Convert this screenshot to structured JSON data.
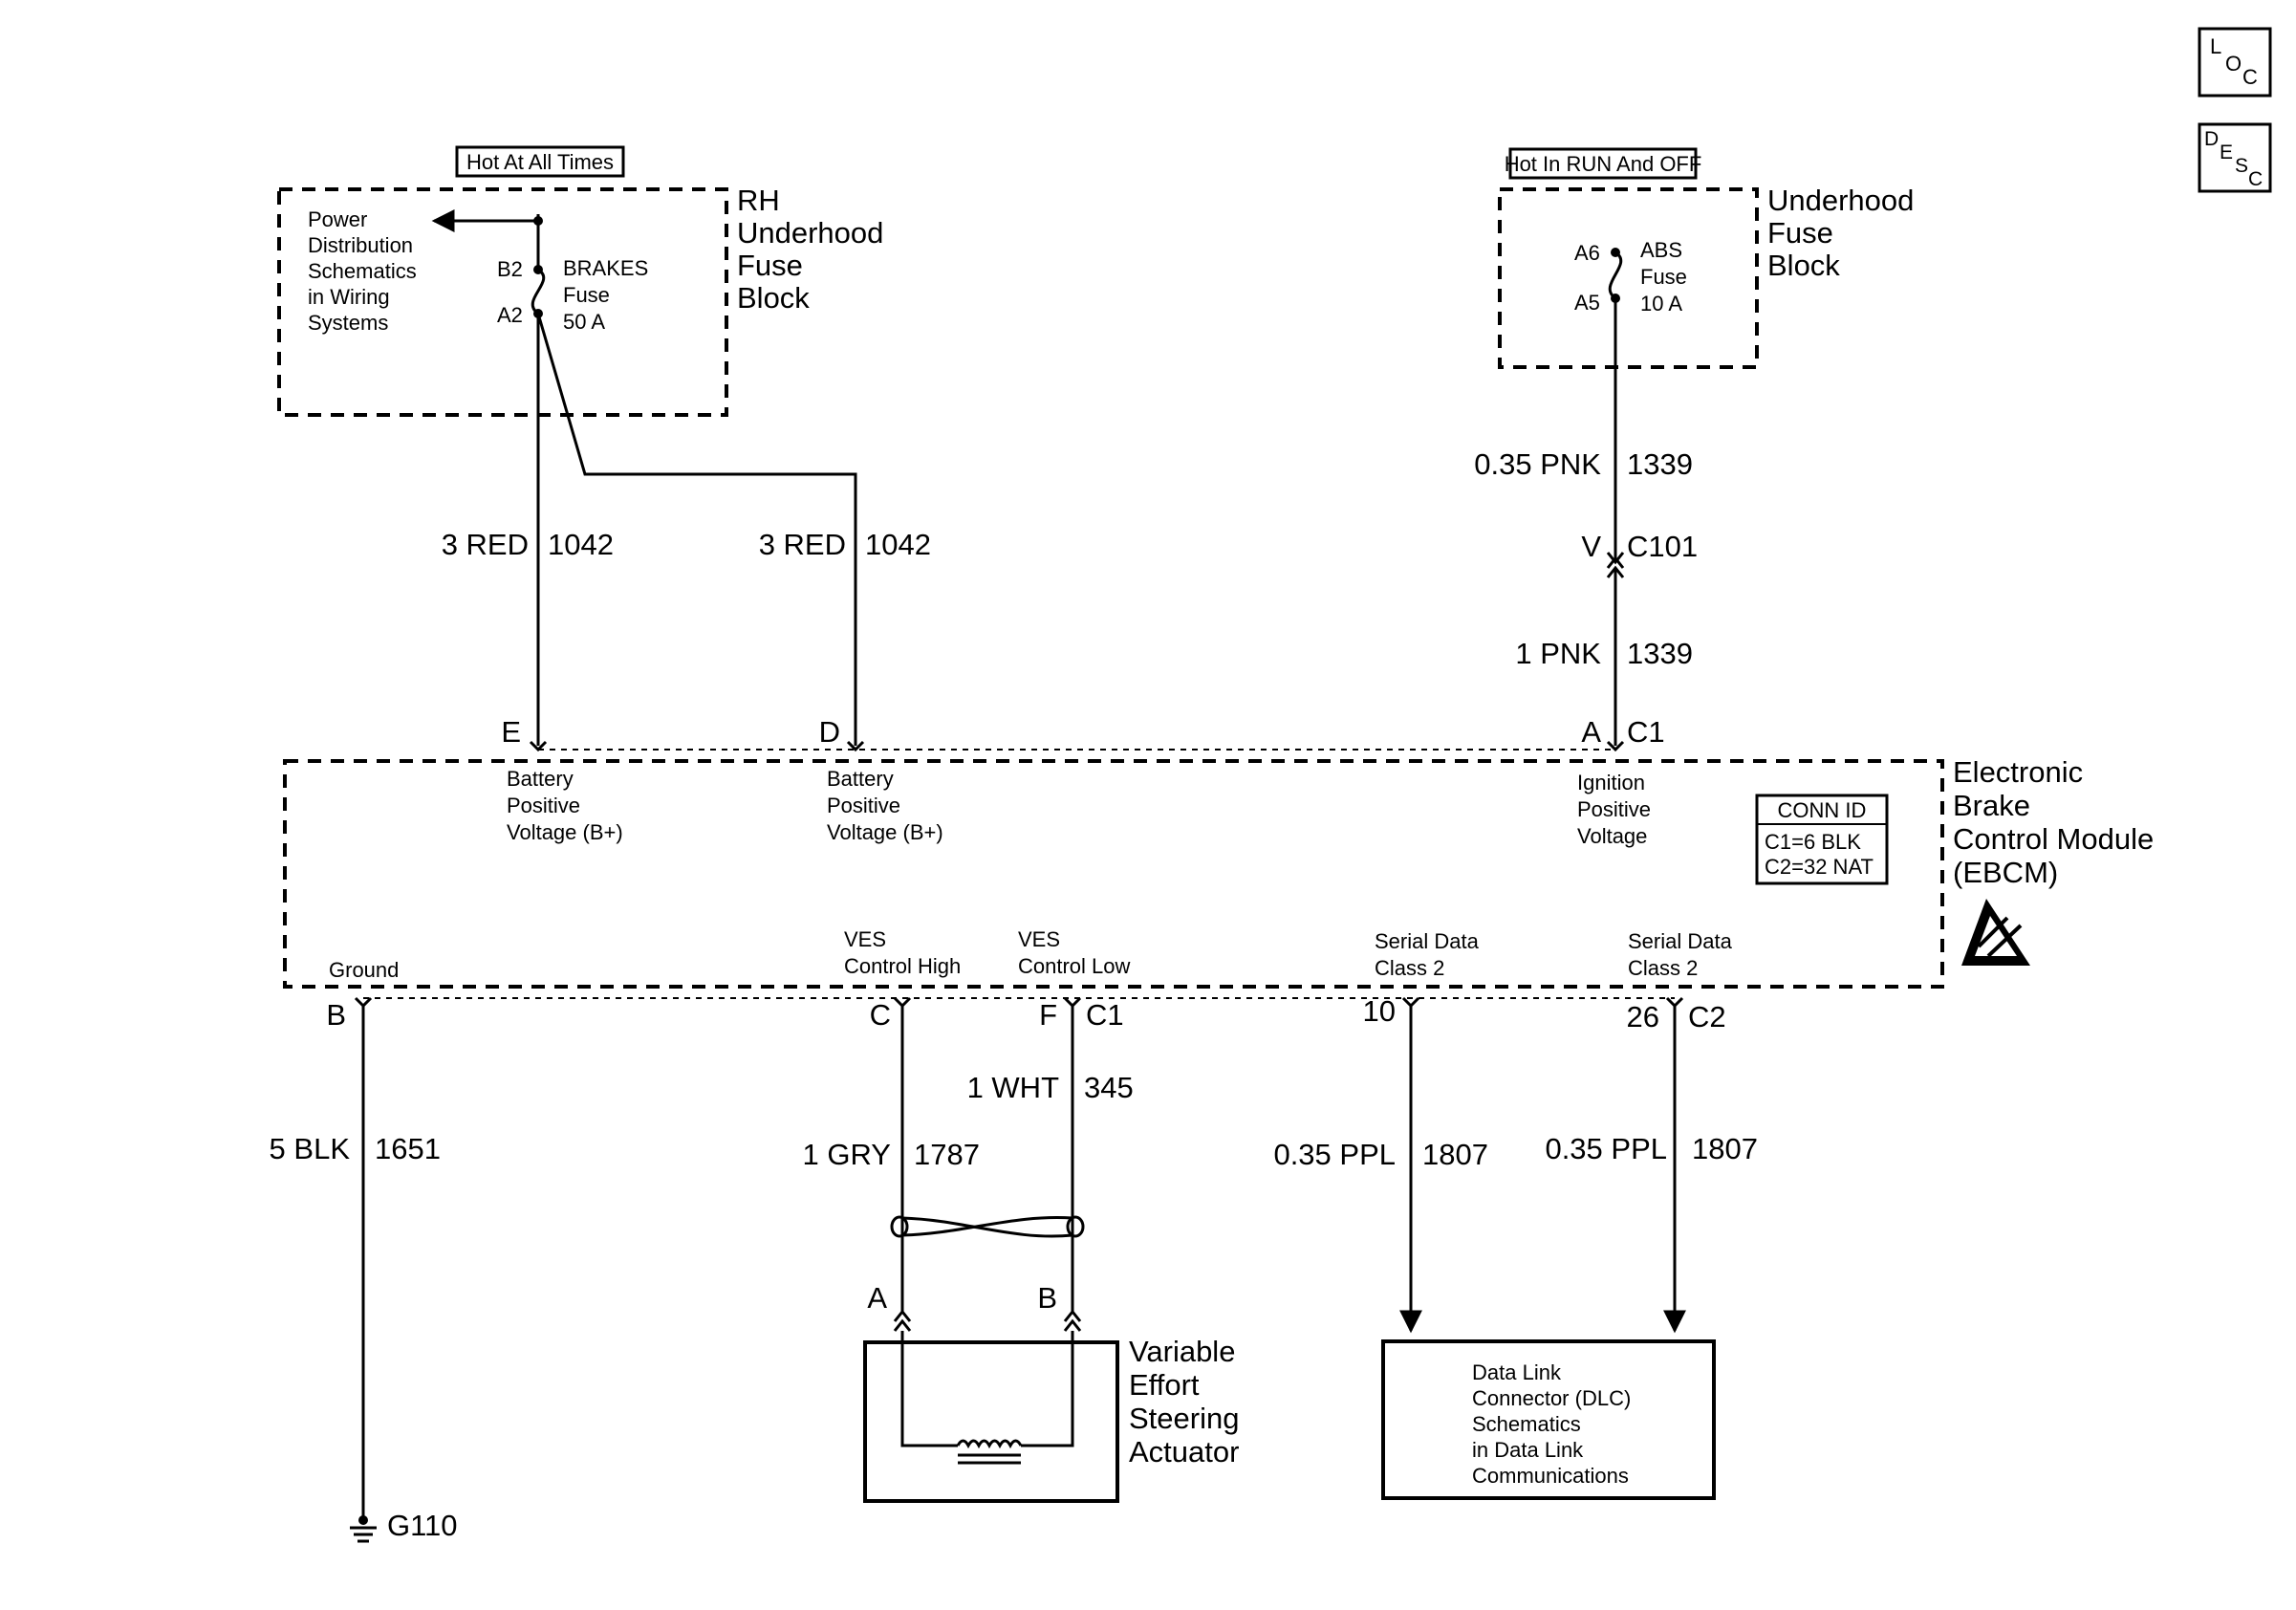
{
  "nav": {
    "loc": {
      "a": "L",
      "b": "O",
      "c": "C"
    },
    "desc": {
      "a": "D",
      "b": "E",
      "c": "S",
      "d": "C"
    }
  },
  "fuse_rh": {
    "tag": "Hot At All Times",
    "title": [
      "RH",
      "Underhood",
      "Fuse",
      "Block"
    ],
    "power_dist": [
      "Power",
      "Distribution",
      "Schematics",
      "in Wiring",
      "Systems"
    ],
    "pin_in": "B2",
    "pin_out": "A2",
    "fuse": [
      "BRAKES",
      "Fuse",
      "50 A"
    ]
  },
  "fuse_uh": {
    "tag": "Hot In RUN And OFF",
    "title": [
      "Underhood",
      "Fuse",
      "Block"
    ],
    "pin_in": "A6",
    "pin_out": "A5",
    "fuse": [
      "ABS",
      "Fuse",
      "10 A"
    ]
  },
  "wires": {
    "w1042a": {
      "gauge": "3 RED",
      "circuit": "1042"
    },
    "w1042b": {
      "gauge": "3 RED",
      "circuit": "1042"
    },
    "w1339a": {
      "gauge": "0.35 PNK",
      "circuit": "1339"
    },
    "w1339b": {
      "gauge": "1 PNK",
      "circuit": "1339"
    },
    "w1651": {
      "gauge": "5 BLK",
      "circuit": "1651"
    },
    "w1787": {
      "gauge": "1 GRY",
      "circuit": "1787"
    },
    "w345": {
      "gauge": "1 WHT",
      "circuit": "345"
    },
    "w1807a": {
      "gauge": "0.35 PPL",
      "circuit": "1807"
    },
    "w1807b": {
      "gauge": "0.35 PPL",
      "circuit": "1807"
    }
  },
  "c101": {
    "pin": "V",
    "name": "C101"
  },
  "ebcm": {
    "title": [
      "Electronic",
      "Brake",
      "Control Module",
      "(EBCM)"
    ],
    "conn_id": {
      "header": "CONN ID",
      "c1": "C1=6 BLK",
      "c2": "C2=32 NAT"
    },
    "top_pins": [
      {
        "pin": "E",
        "label": [
          "Battery",
          "Positive",
          "Voltage (B+)"
        ]
      },
      {
        "pin": "D",
        "label": [
          "Battery",
          "Positive",
          "Voltage (B+)"
        ]
      },
      {
        "pin": "A",
        "conn": "C1",
        "label": [
          "Ignition",
          "Positive",
          "Voltage"
        ]
      }
    ],
    "bottom_pins": [
      {
        "pin": "B",
        "label": [
          "Ground"
        ]
      },
      {
        "pin": "C",
        "label": [
          "VES",
          "Control High"
        ]
      },
      {
        "pin": "F",
        "conn": "C1",
        "label": [
          "VES",
          "Control Low"
        ]
      },
      {
        "pin": "10",
        "label": [
          "Serial Data",
          "Class 2"
        ]
      },
      {
        "pin": "26",
        "conn": "C2",
        "label": [
          "Serial Data",
          "Class 2"
        ]
      }
    ]
  },
  "ground": {
    "name": "G110"
  },
  "actuator": {
    "title": [
      "Variable",
      "Effort",
      "Steering",
      "Actuator"
    ],
    "pin_a": "A",
    "pin_b": "B"
  },
  "dlc": {
    "label": [
      "Data Link",
      "Connector (DLC)",
      "Schematics",
      "in Data Link",
      "Communications"
    ]
  }
}
